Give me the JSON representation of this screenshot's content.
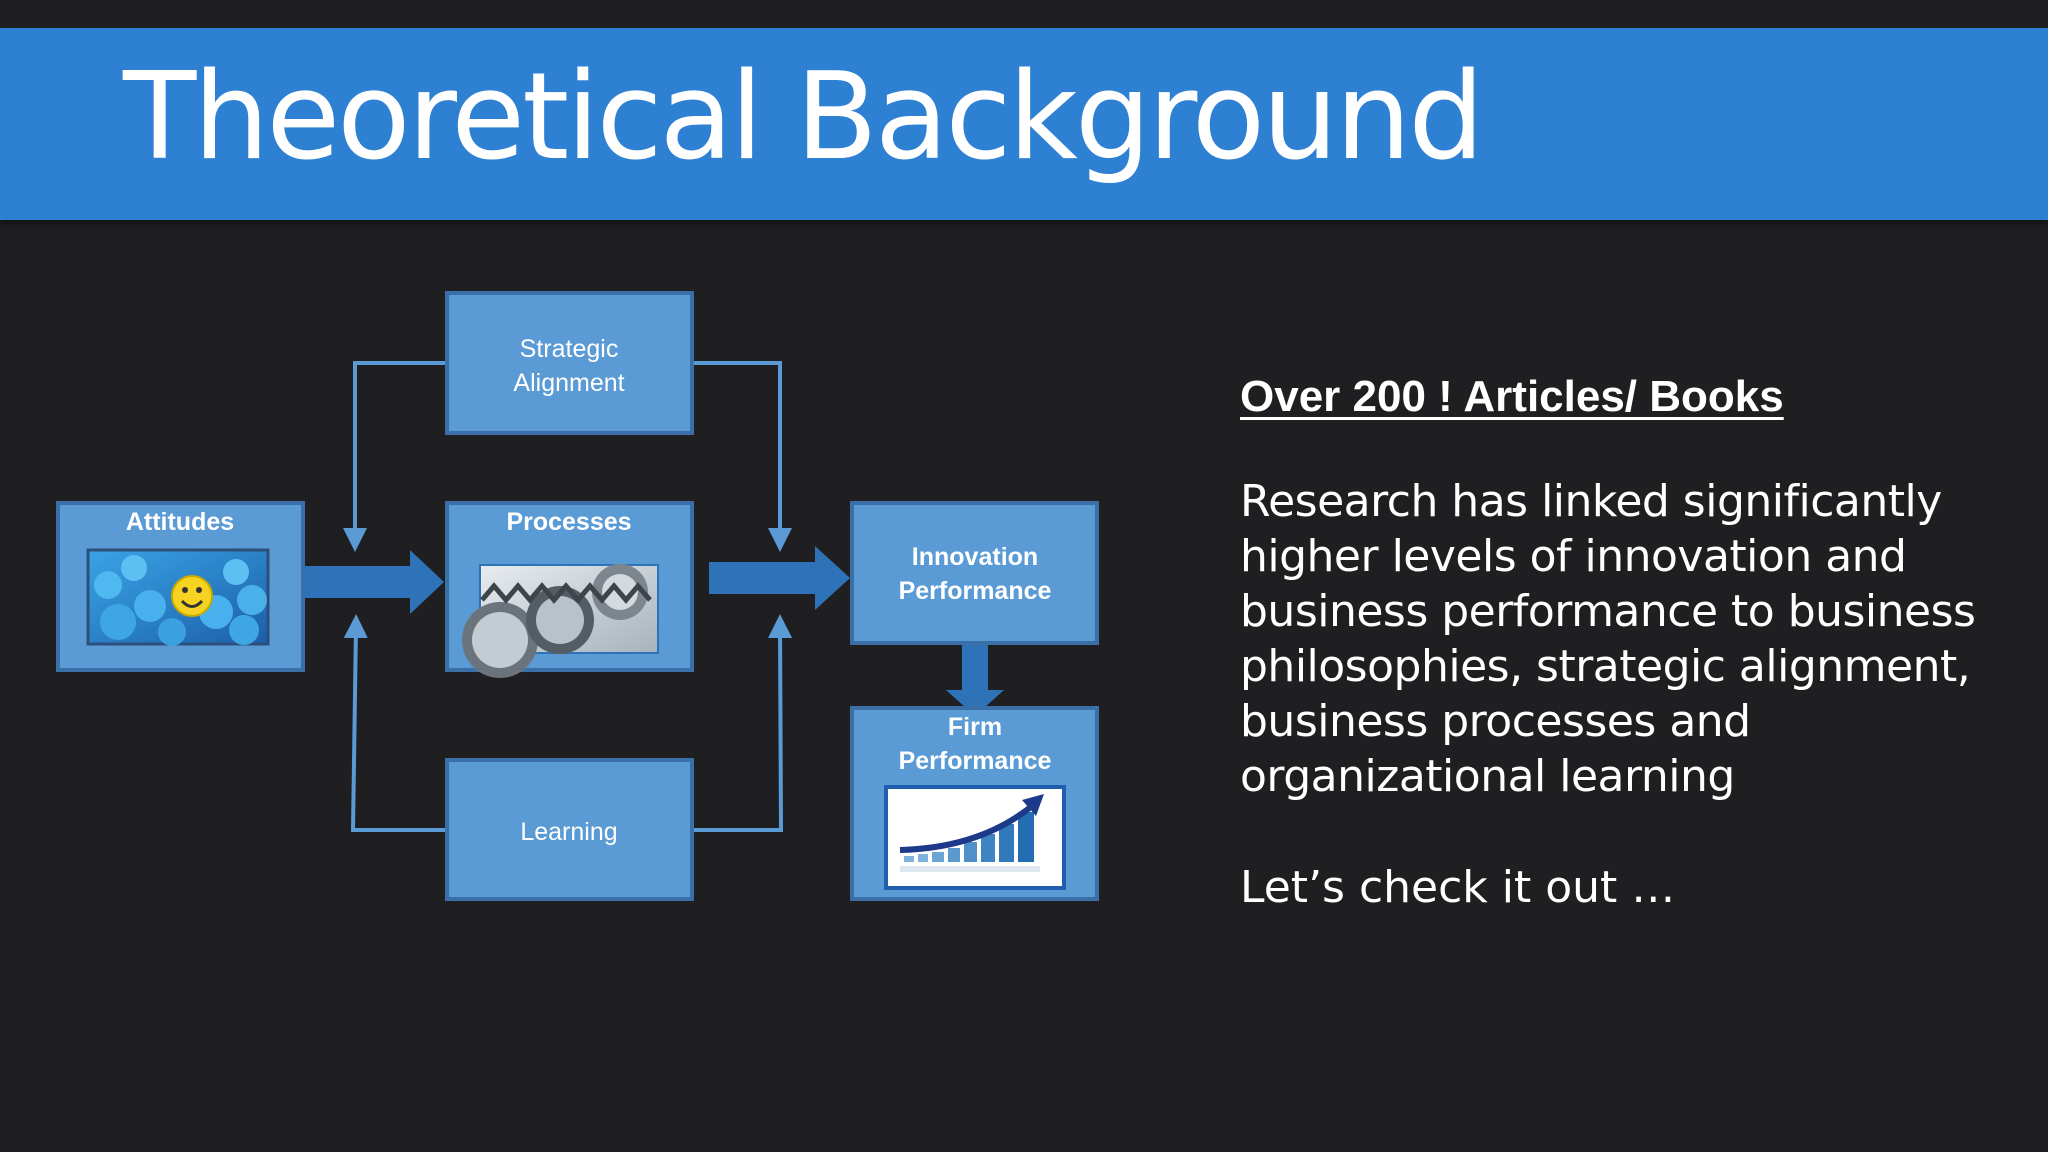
{
  "slide": {
    "title": "Theoretical Background"
  },
  "diagram": {
    "nodes": {
      "attitudes": "Attitudes",
      "strategic_line1": "Strategic",
      "strategic_line2": "Alignment",
      "processes": "Processes",
      "learning": "Learning",
      "innovation_line1": "Innovation",
      "innovation_line2": "Performance",
      "firm_line1": "Firm",
      "firm_line2": "Performance"
    }
  },
  "panel": {
    "heading": "Over 200 ! Articles/ Books",
    "body": "Research has linked significantly higher levels of innovation and business performance to business philosophies, strategic alignment, business processes and organizational learning",
    "cta": "Let’s check it out …"
  },
  "colors": {
    "title_bar": "#2e81d2",
    "box_fill": "#5b9bd5",
    "box_border": "#3a6fa7",
    "arrow": "#2e73b8",
    "background": "#1f1f21"
  }
}
